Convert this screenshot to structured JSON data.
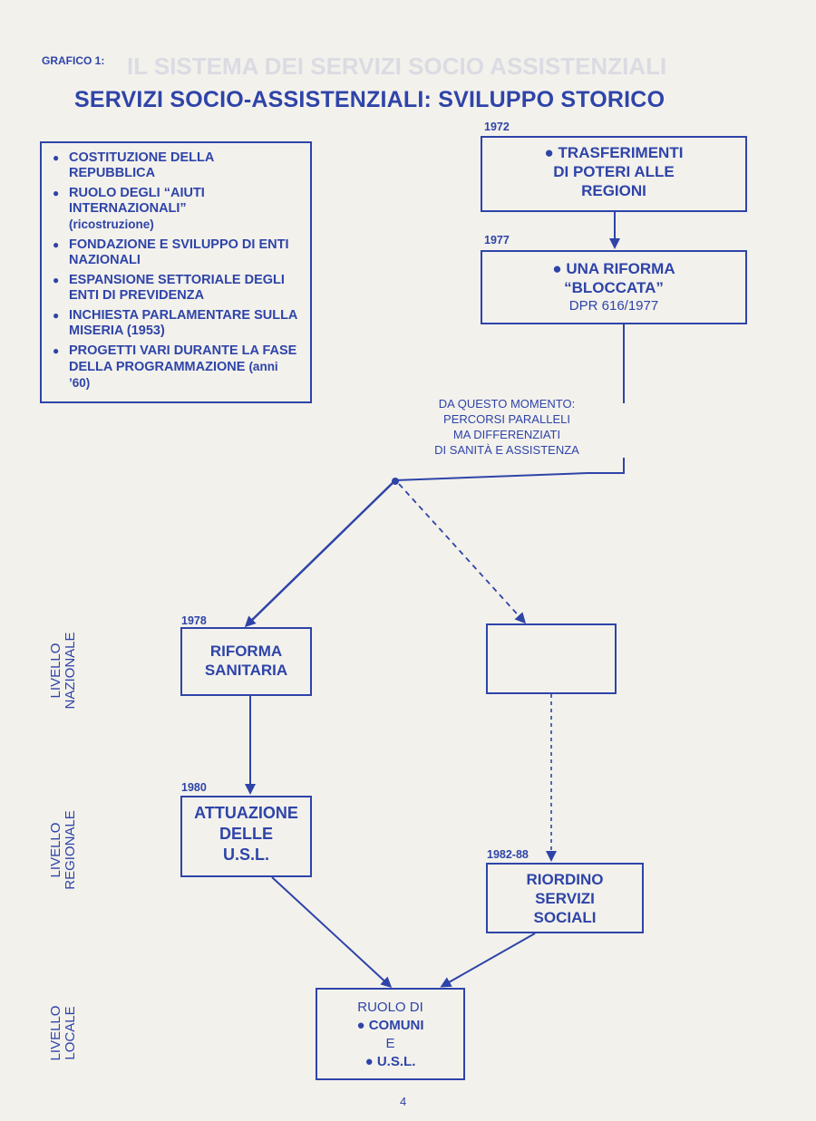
{
  "figure_label": "GRAFICO 1:",
  "title": "SERVIZI SOCIO-ASSISTENZIALI: SVILUPPO STORICO",
  "left_box": {
    "items": [
      {
        "text": "COSTITUZIONE DELLA REPUBBLICA",
        "sub": ""
      },
      {
        "text": "RUOLO DEGLI “AIUTI INTERNAZIONALI”",
        "sub": "(ricostruzione)"
      },
      {
        "text": "FONDAZIONE E SVILUPPO DI ENTI NAZIONALI",
        "sub": ""
      },
      {
        "text": "ESPANSIONE SETTORIALE DEGLI ENTI DI PREVIDENZA",
        "sub": ""
      },
      {
        "text": "INCHIESTA PARLAMENTARE SULLA MISERIA (1953)",
        "sub": ""
      },
      {
        "text": "PROGETTI VARI DURANTE LA FASE DELLA PROGRAMMAZIONE",
        "sub": "(anni ’60)"
      }
    ]
  },
  "box_1972": {
    "year": "1972",
    "line1": "● TRASFERIMENTI",
    "line2": "DI POTERI ALLE",
    "line3": "REGIONI"
  },
  "box_1977": {
    "year": "1977",
    "line1": "● UNA RIFORMA",
    "line2": "“BLOCCATA”",
    "line3": "DPR 616/1977"
  },
  "parallel_note": {
    "line1": "DA QUESTO MOMENTO:",
    "line2": "PERCORSI PARALLELI",
    "line3": "MA DIFFERENZIATI",
    "line4": "DI SANITÀ E ASSISTENZA"
  },
  "box_1978": {
    "year": "1978",
    "line1": "RIFORMA",
    "line2": "SANITARIA"
  },
  "box_1980": {
    "year": "1980",
    "line1": "ATTUAZIONE",
    "line2": "DELLE",
    "line3": "U.S.L."
  },
  "box_1982": {
    "year": "1982-88",
    "line1": "RIORDINO",
    "line2": "SERVIZI",
    "line3": "SOCIALI"
  },
  "box_local": {
    "line1": "RUOLO DI",
    "line2": "● COMUNI",
    "line3": "E",
    "line4": "● U.S.L."
  },
  "levels": {
    "national": [
      "LIVELLO",
      "NAZIONALE"
    ],
    "regional": [
      "LIVELLO",
      "REGIONALE"
    ],
    "local": [
      "LIVELLO",
      "LOCALE"
    ]
  },
  "page_number": "4"
}
